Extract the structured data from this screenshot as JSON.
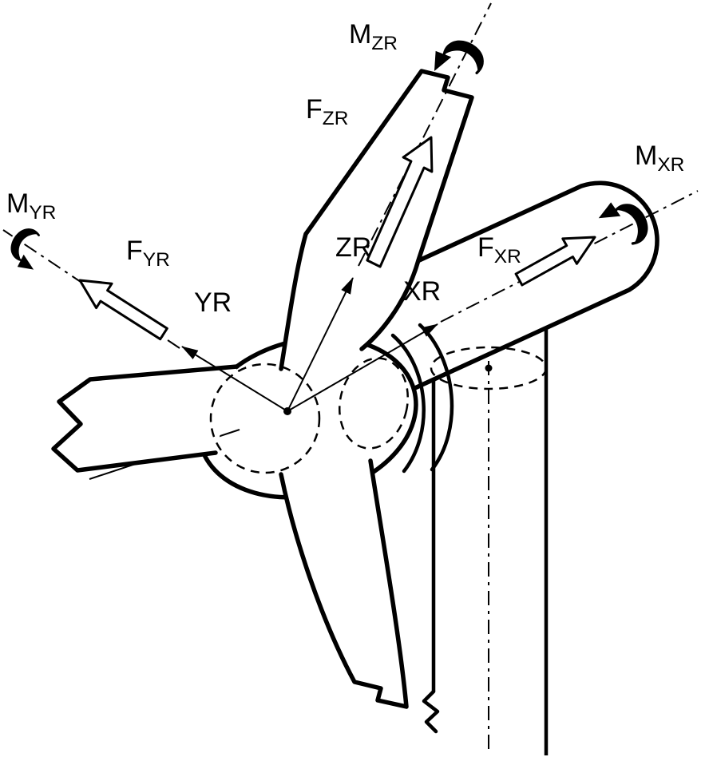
{
  "figure": {
    "background": "#ffffff",
    "ink": "#000000",
    "kind": "wind-turbine-rotor-coordinate-system-diagram"
  },
  "labels": {
    "m_zr": {
      "main": "M",
      "sub": "ZR"
    },
    "f_zr": {
      "main": "F",
      "sub": "ZR"
    },
    "m_xr": {
      "main": "M",
      "sub": "XR"
    },
    "m_yr": {
      "main": "M",
      "sub": "YR"
    },
    "f_yr": {
      "main": "F",
      "sub": "YR"
    },
    "f_xr": {
      "main": "F",
      "sub": "XR"
    },
    "axis_yr": "YR",
    "axis_zr": "ZR",
    "axis_xr": "XR"
  }
}
